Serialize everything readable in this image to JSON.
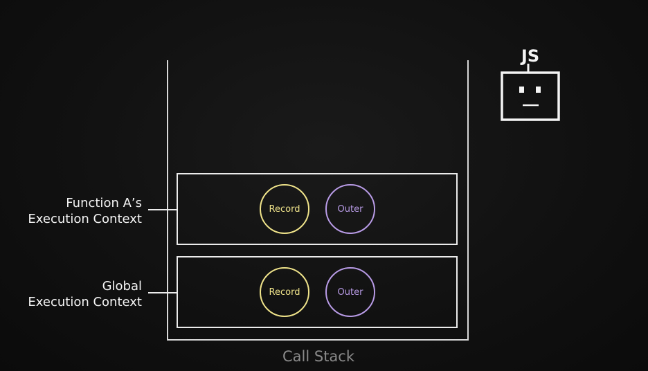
{
  "diagram": {
    "stack_label": "Call Stack",
    "contexts": [
      {
        "line1": "Function A’s",
        "line2": "Execution Context",
        "record_label": "Record",
        "outer_label": "Outer"
      },
      {
        "line1": "Global",
        "line2": "Execution Context",
        "record_label": "Record",
        "outer_label": "Outer"
      }
    ]
  },
  "robot": {
    "label": "JS",
    "icon": "robot-face-icon"
  },
  "colors": {
    "background": "#0e0e0e",
    "stroke": "#ececec",
    "record": "#efe38a",
    "outer": "#b89be6",
    "stack_label": "#8a8a8a"
  }
}
